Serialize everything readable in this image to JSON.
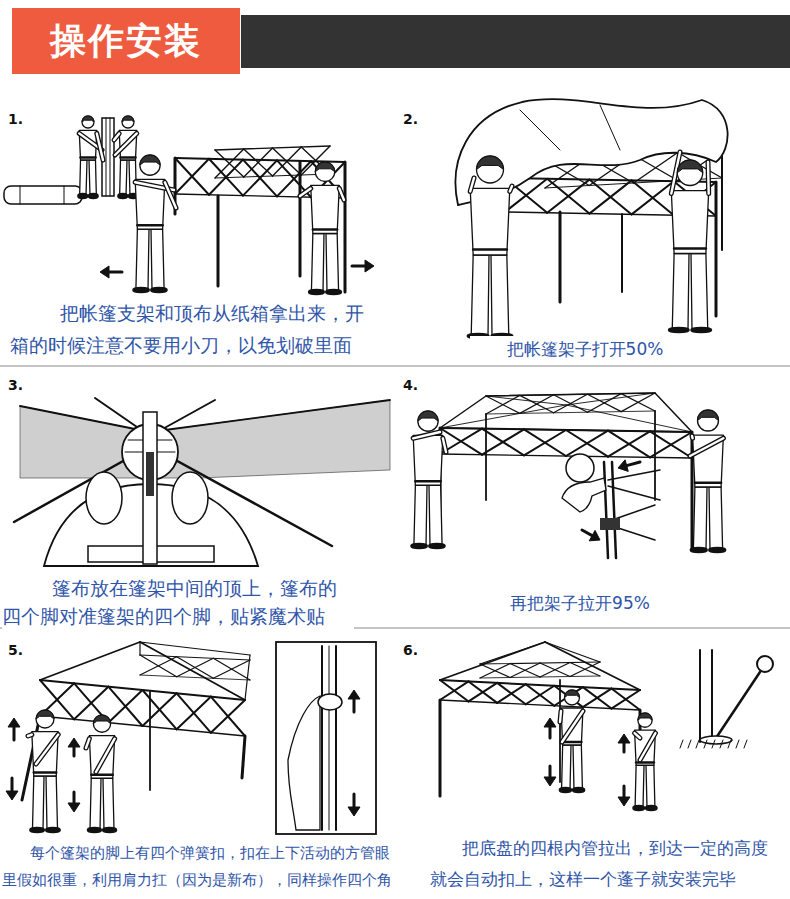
{
  "diagram": {
    "title": "操作安装",
    "labels": [
      "1.",
      "把帐篷支架和顶布从纸箱拿出来，开箱的时候注意不要用小刀，以免划破里面",
      "2.",
      "把帐篷架子打开50%",
      "3.",
      "篷布放在篷架中间的顶上，篷布的四个脚对准篷架的四个脚，贴紧魔术贴",
      "4.",
      "再把架子拉开95%",
      "5.",
      "每个篷架的脚上有四个弹簧扣，扣在上下活动的方管眼里假如很重，利用肩力扛（因为是新布），同样操作四个角",
      "6.",
      "把底盘的四根内管拉出，到达一定的高度就会自动扣上，这样一个蓬子就安装完毕"
    ]
  }
}
